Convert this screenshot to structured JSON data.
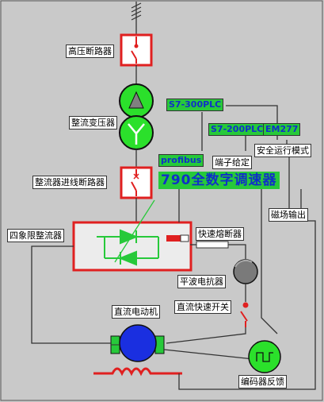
{
  "labels": {
    "hv_breaker": "高压断路器",
    "rect_transformer": "整流变压器",
    "rect_inlet_breaker": "整流器进线断路器",
    "four_quadrant_rectifier": "四象限整流器",
    "fast_fuse": "快速熔断器",
    "smoothing_reactor": "平波电抗器",
    "dc_fast_switch": "直流快速开关",
    "dc_motor": "直流电动机",
    "encoder_feedback": "编码器反馈",
    "s7_300": "S7-300PLC",
    "s7_200": "S7-200PLC",
    "em277": "EM277",
    "profibus": "profibus",
    "terminal_setpoint": "端子给定",
    "safe_mode": "安全运行模式",
    "speed_controller": "790全数字调速器",
    "field_output": "磁场输出"
  },
  "colors": {
    "background": "#c9c9c9",
    "breaker_red": "#e02020",
    "device_green": "#27c93a",
    "text_blue": "#1030c8",
    "motor_blue": "#1a2fe0",
    "reactor_gray": "#7a7a7a"
  }
}
